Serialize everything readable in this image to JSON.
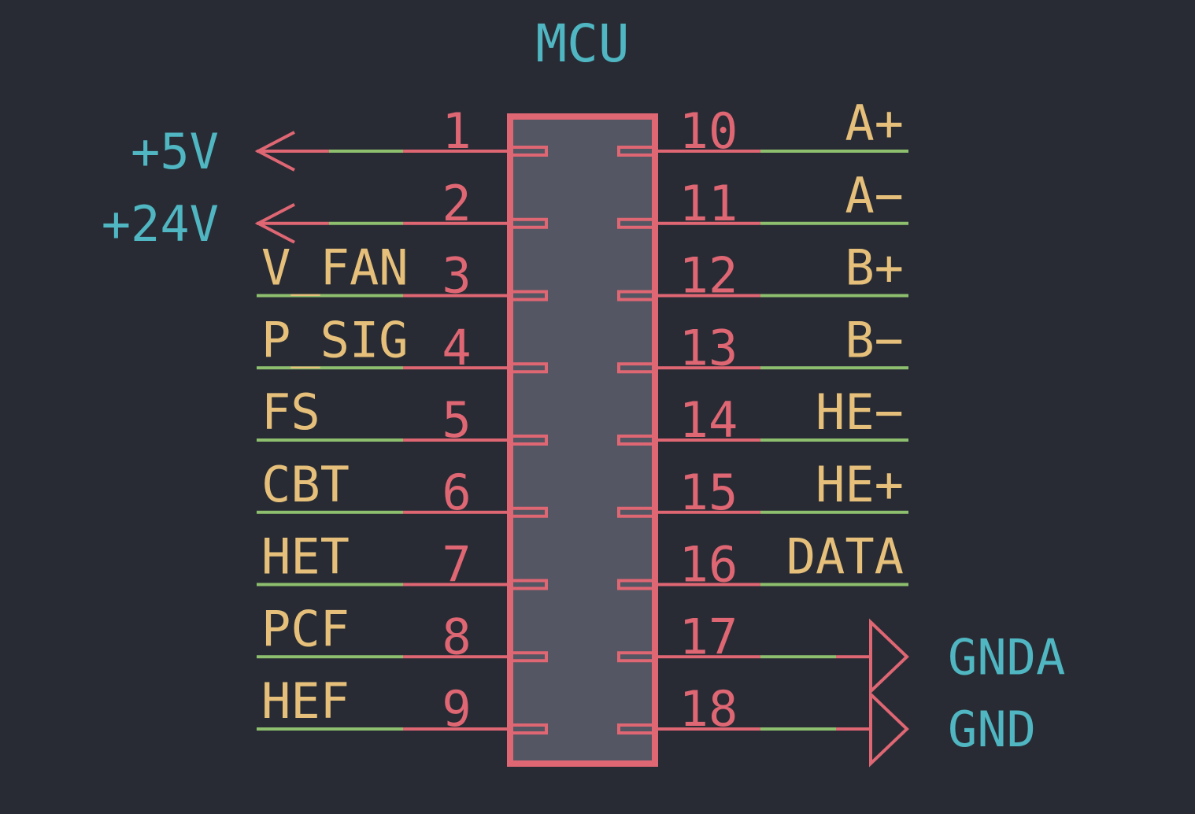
{
  "component": {
    "ref": "MCU"
  },
  "left_pins": [
    {
      "num": "1",
      "net": "+5V",
      "kind": "power-output"
    },
    {
      "num": "2",
      "net": "+24V",
      "kind": "power-output"
    },
    {
      "num": "3",
      "net": "V_FAN",
      "kind": "label"
    },
    {
      "num": "4",
      "net": "P_SIG",
      "kind": "label"
    },
    {
      "num": "5",
      "net": "FS",
      "kind": "label"
    },
    {
      "num": "6",
      "net": "CBT",
      "kind": "label"
    },
    {
      "num": "7",
      "net": "HET",
      "kind": "label"
    },
    {
      "num": "8",
      "net": "PCF",
      "kind": "label"
    },
    {
      "num": "9",
      "net": "HEF",
      "kind": "label"
    }
  ],
  "right_pins": [
    {
      "num": "10",
      "net": "A+",
      "kind": "label"
    },
    {
      "num": "11",
      "net": "A−",
      "kind": "label"
    },
    {
      "num": "12",
      "net": "B+",
      "kind": "label"
    },
    {
      "num": "13",
      "net": "B−",
      "kind": "label"
    },
    {
      "num": "14",
      "net": "HE−",
      "kind": "label"
    },
    {
      "num": "15",
      "net": "HE+",
      "kind": "label"
    },
    {
      "num": "16",
      "net": "DATA",
      "kind": "label"
    },
    {
      "num": "17",
      "net": "GNDA",
      "kind": "ground"
    },
    {
      "num": "18",
      "net": "GND",
      "kind": "ground"
    }
  ],
  "colors": {
    "background": "#282b34",
    "body_fill": "#545763",
    "pin": "#df6673",
    "wire": "#8dbf6e",
    "label": "#e6c07a",
    "power": "#4fb6c2"
  }
}
